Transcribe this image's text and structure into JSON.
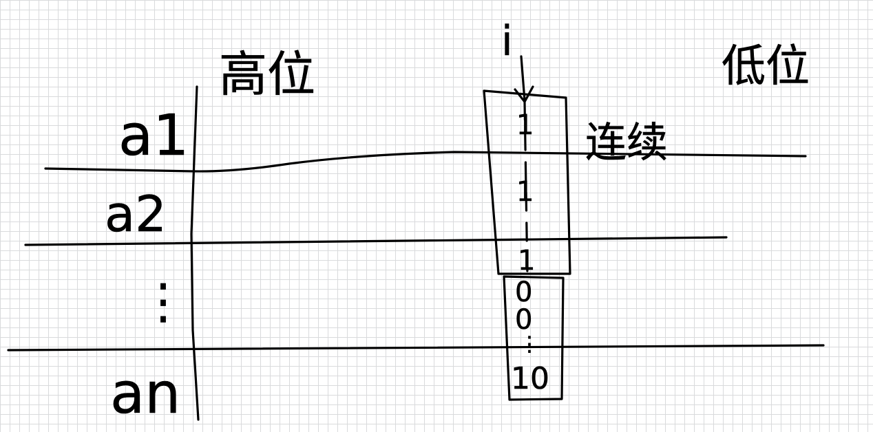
{
  "labels": {
    "high_bits": "高位",
    "low_bits": "低位",
    "index_i": "i",
    "contiguous": "连续"
  },
  "rows": [
    "a1",
    "a2",
    "⋮",
    "an"
  ],
  "digits": [
    "1",
    "1",
    "1",
    "0",
    "0",
    "⋮",
    "10"
  ]
}
